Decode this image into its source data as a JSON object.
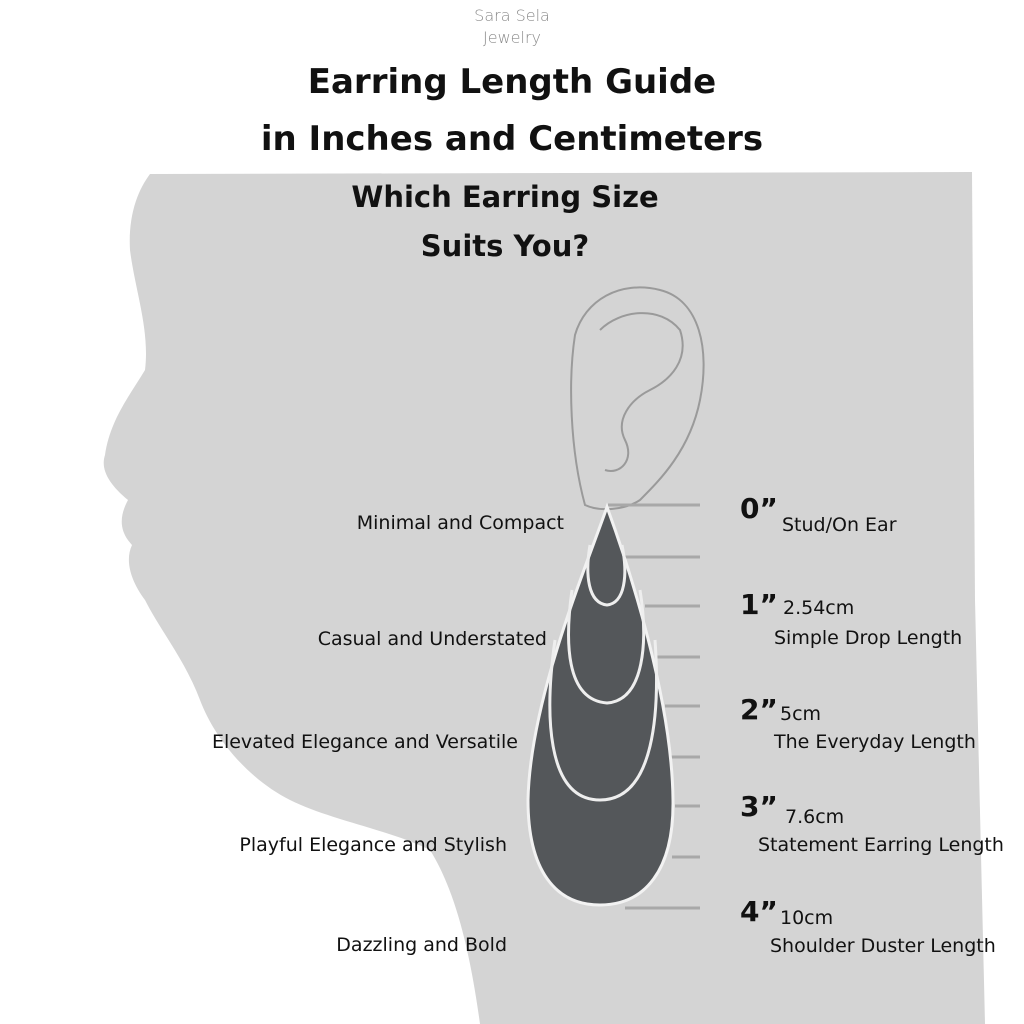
{
  "brand": {
    "line1": "Sara Sela",
    "line2": "Jewelry"
  },
  "title": {
    "line1": "Earring Length Guide",
    "line2": "in Inches and Centimeters"
  },
  "subtitle": {
    "line1": "Which Earring Size",
    "line2": "Suits You?"
  },
  "styles": [
    "Minimal and Compact",
    "Casual and Understated",
    "Elevated Elegance and Versatile",
    "Playful Elegance and Stylish",
    "Dazzling and Bold"
  ],
  "lengths": [
    {
      "inch": "0”",
      "cm": "",
      "name": "Stud/On Ear"
    },
    {
      "inch": "1”",
      "cm": "2.54cm",
      "name": "Simple Drop Length"
    },
    {
      "inch": "2”",
      "cm": "5cm",
      "name": "The Everyday Length"
    },
    {
      "inch": "3”",
      "cm": "7.6cm",
      "name": "Statement Earring Length"
    },
    {
      "inch": "4”",
      "cm": "10cm",
      "name": "Shoulder Duster Length"
    }
  ],
  "colors": {
    "silhouette": "#d4d4d4",
    "earring": "#54575a",
    "outline": "#f2f2f2"
  }
}
